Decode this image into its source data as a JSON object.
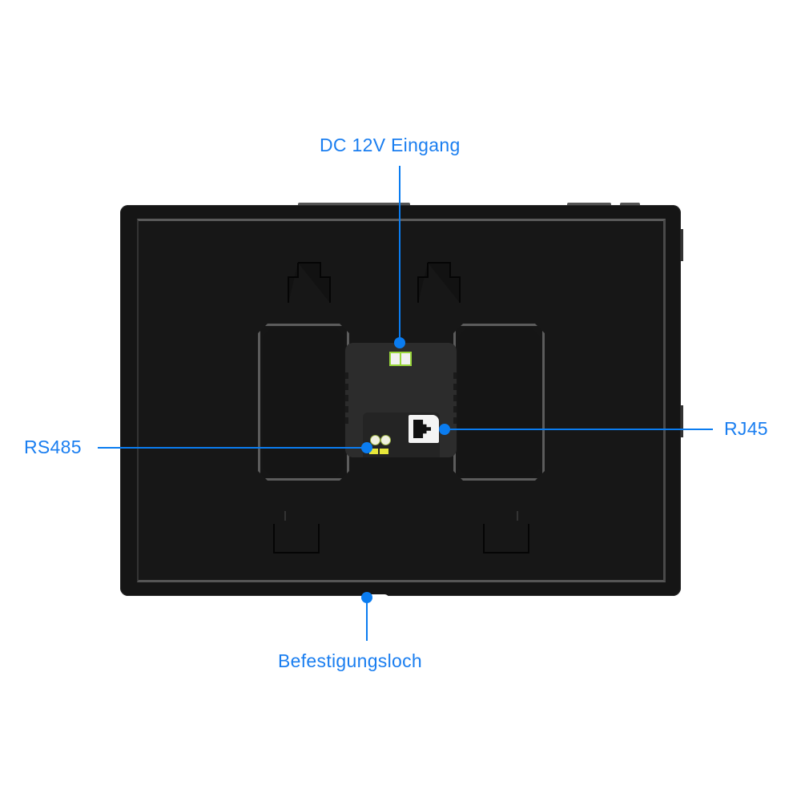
{
  "labels": {
    "dc_input": "DC 12V Eingang",
    "rs485": "RS485",
    "rj45": "RJ45",
    "mounting_hole": "Befestigungsloch"
  },
  "colors": {
    "callout_blue": "#0a7cf0",
    "device_body": "#151515",
    "dc_terminal_green": "#99d63a",
    "rs485_terminal_yellow": "#e8e83a"
  }
}
